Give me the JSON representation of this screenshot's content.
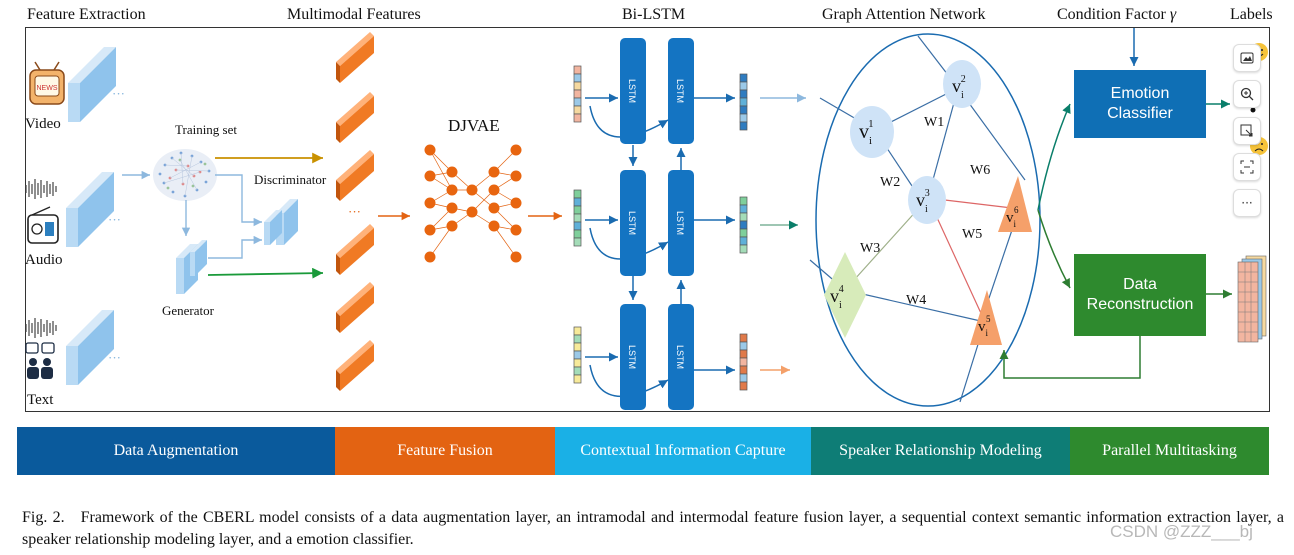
{
  "headers": {
    "feature_extraction": "Feature Extraction",
    "multimodal_features": "Multimodal Features",
    "bilstm": "Bi-LSTM",
    "gat": "Graph Attention Network",
    "condition_factor": "Condition Factor",
    "condition_symbol": "γ",
    "labels": "Labels"
  },
  "modalities": [
    "Video",
    "Audio",
    "Text"
  ],
  "augmentation": {
    "training_set": "Training set",
    "discriminator": "Discriminator",
    "generator": "Generator"
  },
  "djvae": "DJVAE",
  "lstm_label": "LSTM",
  "graph": {
    "nodes": [
      "v",
      "v",
      "v",
      "v",
      "v",
      "v"
    ],
    "subscript": "i",
    "superscripts": [
      "1",
      "2",
      "3",
      "4",
      "5",
      "6"
    ],
    "edges": [
      "W1",
      "W2",
      "W3",
      "W4",
      "W5",
      "W6"
    ]
  },
  "boxes": {
    "emotion_classifier": "Emotion Classifier",
    "data_reconstruction": "Data Reconstruction"
  },
  "layers": [
    {
      "label": "Data Augmentation",
      "color": "#0a5a9c"
    },
    {
      "label": "Feature Fusion",
      "color": "#e36312"
    },
    {
      "label": "Contextual Information Capture",
      "color": "#1ab0e6"
    },
    {
      "label": "Speaker Relationship Modeling",
      "color": "#0e7d76"
    },
    {
      "label": "Parallel Multitasking",
      "color": "#2e8a2e"
    }
  ],
  "caption": {
    "fig": "Fig. 2.",
    "text": "Framework of the CBERL model consists of a data augmentation layer, an intramodal and intermodal feature fusion layer, a sequential context semantic information extraction layer, a speaker relationship modeling layer, and a emotion classifier."
  },
  "watermark": "CSDN @ZZZ___bj",
  "sidebar_icons": [
    "image-edit-icon",
    "zoom-in-icon",
    "screenshot-icon",
    "scan-icon",
    "more-icon"
  ],
  "sidebar_more": "···"
}
